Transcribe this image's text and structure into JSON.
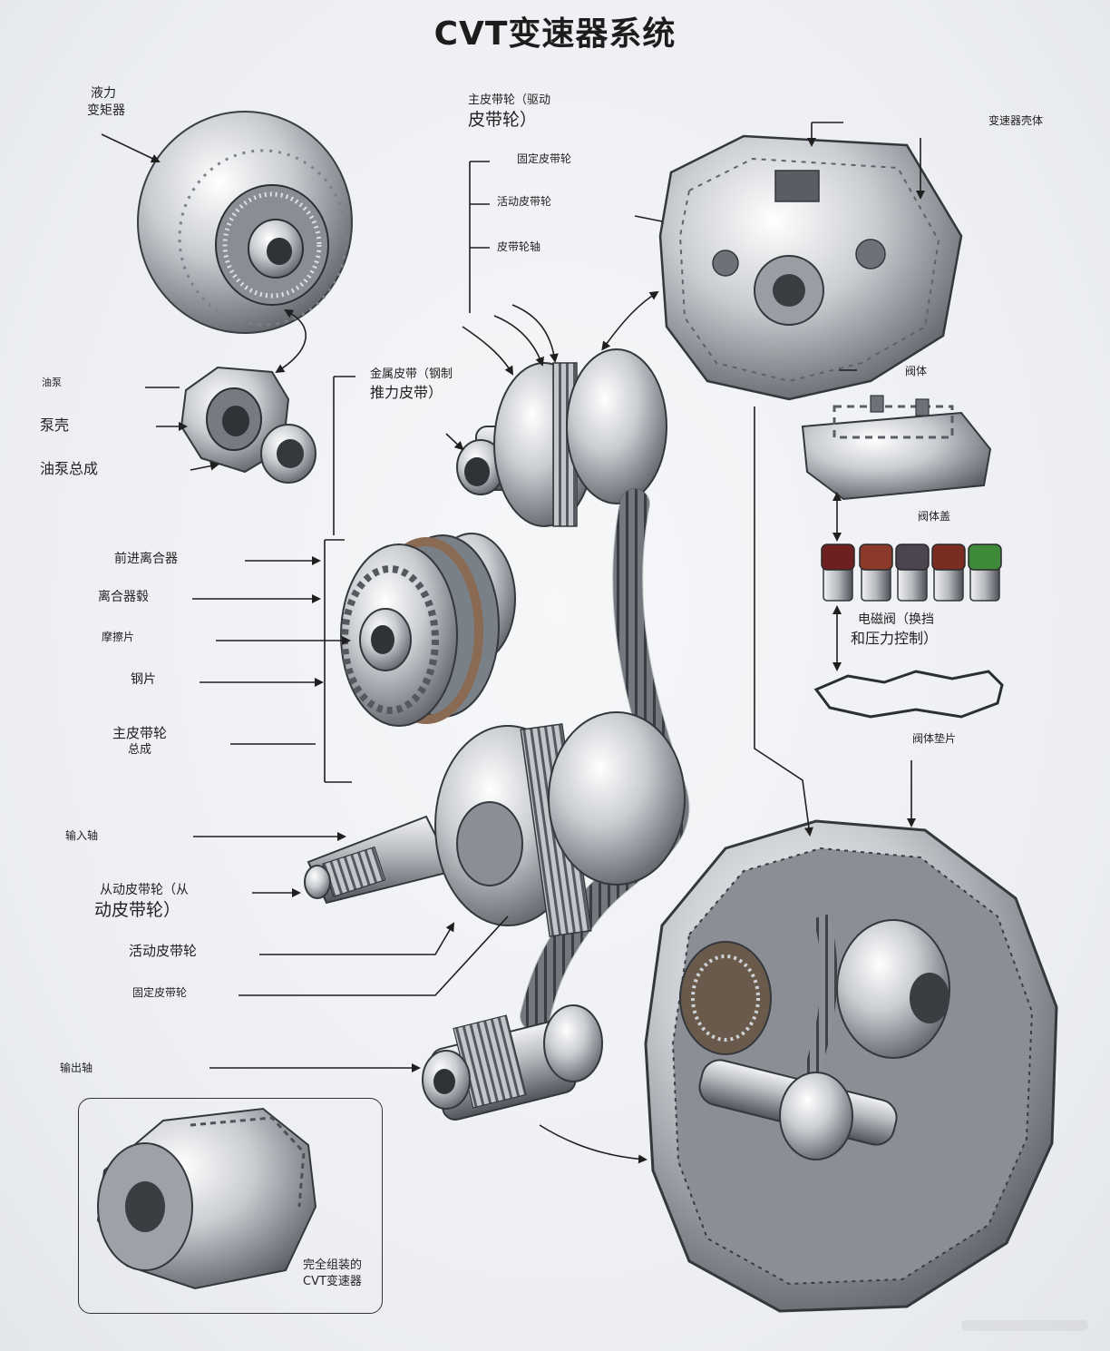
{
  "title": "CVT变速器系统",
  "labels": {
    "torque_converter": [
      "液力",
      "变矩器"
    ],
    "primary_pulley": [
      "主皮带轮（驱动",
      "皮带轮）"
    ],
    "fixed_sheave_top": "固定皮带轮",
    "movable_sheave_top": "活动皮带轮",
    "pulley_shaft": "皮带轮轴",
    "housing": "变速器壳体",
    "oil_pump": "油泵",
    "pump_housing": "泵壳",
    "pump_assembly": "油泵总成",
    "metal_belt": [
      "金属皮带（钢制",
      "推力皮带）"
    ],
    "valve_body": "阀体",
    "valve_cover": "阀体盖",
    "solenoid": [
      "电磁阀（换挡",
      "和压力控制）"
    ],
    "valve_gasket": "阀体垫片",
    "forward_clutch": "前进离合器",
    "clutch_hub": "离合器毂",
    "friction_plate": "摩擦片",
    "steel_plate": "钢片",
    "primary_assembly": [
      "主皮带轮",
      "总成"
    ],
    "input_shaft": "输入轴",
    "secondary_pulley": [
      "从动皮带轮（从",
      "动皮带轮）"
    ],
    "movable_sheave_bottom": "活动皮带轮",
    "fixed_sheave_bottom": "固定皮带轮",
    "output_shaft": "输出轴",
    "complete_cvt": [
      "完全组装的",
      "CVT变速器"
    ]
  },
  "colors": {
    "line": "#1f1f1f",
    "metal_light": "#eef0f3",
    "metal_mid": "#a9adb3",
    "metal_dark": "#4a4e54",
    "friction": "#8a6a52",
    "solenoid_caps": [
      "#6e1f1f",
      "#8b3a2a",
      "#4a4550",
      "#7a2e22",
      "#3f8a3a"
    ]
  }
}
